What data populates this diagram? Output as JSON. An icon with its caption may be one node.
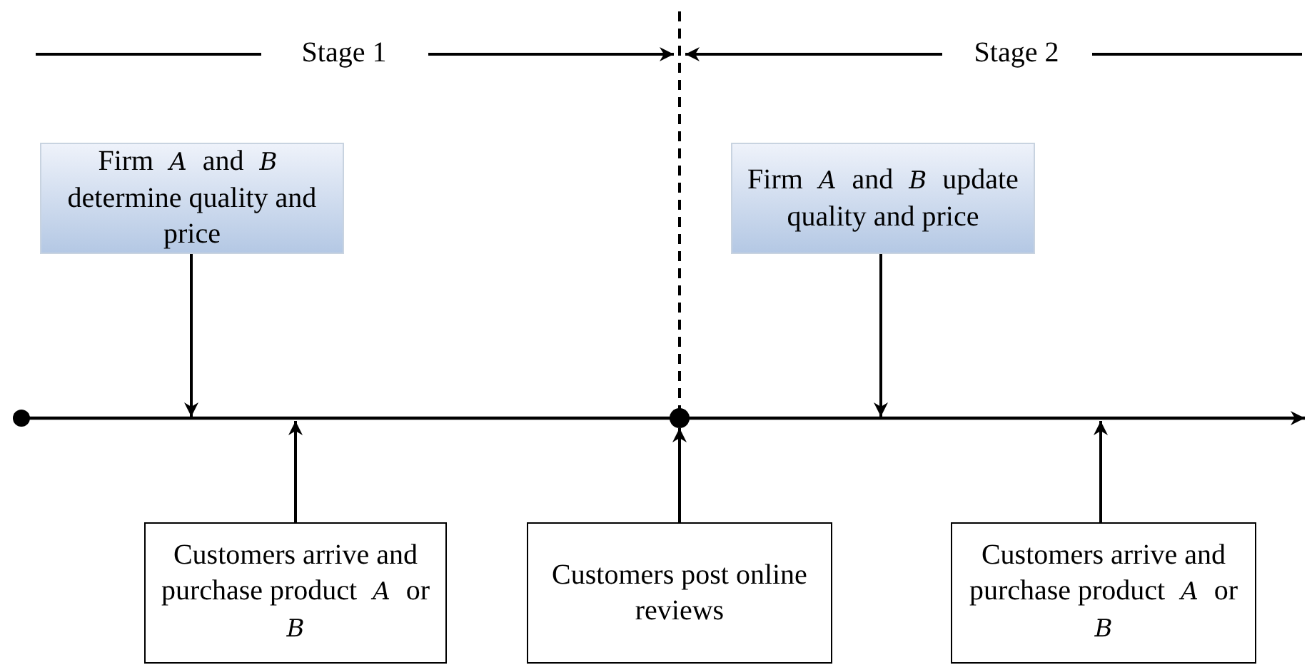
{
  "diagram": {
    "nodes": [
      {
        "text": [
          "Firm *A* and *B* determine quality and price"
        ]
      },
      {
        "text": [
          "Firm *A* and *B* update quality and price"
        ]
      },
      {
        "text": [
          "Customers arrive and purchase product *A* or *B*"
        ]
      },
      {
        "text": [
          "Customers post online reviews"
        ]
      },
      {
        "text": [
          "Customers arrive and purchase product *A* or *B*"
        ]
      }
    ],
    "edges": [
      {
        "from": 0,
        "to": null,
        "arrow": "to"
      },
      {
        "from": 1,
        "to": null,
        "arrow": "to"
      },
      {
        "from": 2,
        "to": null,
        "arrow": "to"
      },
      {
        "from": 3,
        "to": null,
        "arrow": "to"
      },
      {
        "from": 4,
        "to": null,
        "arrow": "to"
      }
    ],
    "labels": [
      "Stage 1",
      "Stage 2"
    ]
  }
}
